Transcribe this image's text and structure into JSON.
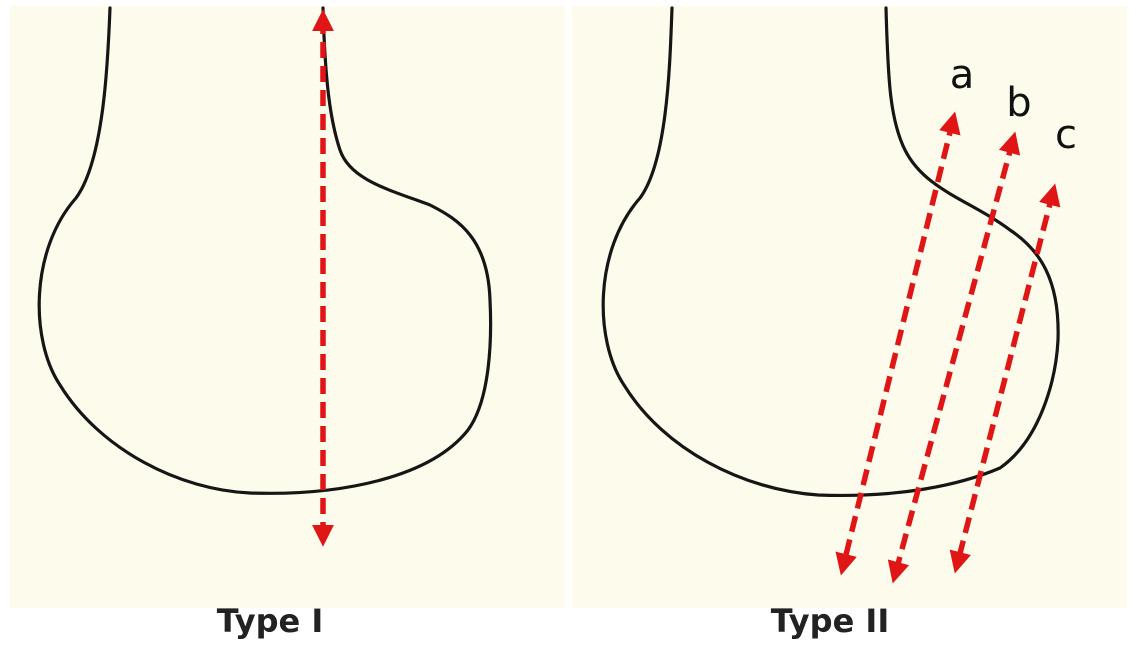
{
  "panels": [
    {
      "caption": "Type I",
      "lines": []
    },
    {
      "caption": "Type II",
      "lines": [
        "a",
        "b",
        "c"
      ]
    }
  ],
  "colors": {
    "background": "#fdfcec",
    "outline": "#161616",
    "arrow": "#e01515",
    "text": "#222222"
  }
}
